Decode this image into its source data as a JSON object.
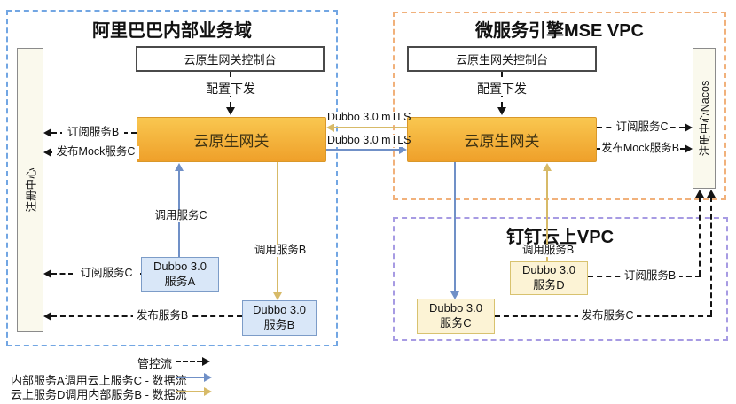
{
  "diagram": {
    "alibaba": {
      "title": "阿里巴巴内部业务域",
      "registry": "注册中心",
      "console": "云原生网关控制台",
      "config_push": "配置下发",
      "gateway": "云原生网关",
      "flows": {
        "subscribe_b": "订阅服务B",
        "publish_mock_c": "发布Mock服务C",
        "call_c": "调用服务C",
        "call_b": "调用服务B",
        "subscribe_c": "订阅服务C",
        "publish_b": "发布服务B"
      },
      "service_a": {
        "product": "Dubbo 3.0",
        "name": "服务A"
      },
      "service_b": {
        "product": "Dubbo 3.0",
        "name": "服务B"
      }
    },
    "mse": {
      "title": "微服务引擎MSE VPC",
      "registry": "注册中心Nacos",
      "console": "云原生网关控制台",
      "config_push": "配置下发",
      "gateway": "云原生网关",
      "flows": {
        "subscribe_c": "订阅服务C",
        "publish_mock_b": "发布Mock服务B"
      }
    },
    "dingtalk": {
      "title": "钉钉云上VPC",
      "flows": {
        "call_b": "调用服务B",
        "subscribe_b": "订阅服务B",
        "publish_c": "发布服务C"
      },
      "service_d": {
        "product": "Dubbo 3.0",
        "name": "服务D"
      },
      "service_c": {
        "product": "Dubbo 3.0",
        "name": "服务C"
      }
    },
    "links": {
      "mtls_to_alibaba": "Dubbo 3.0 mTLS",
      "mtls_to_mse": "Dubbo 3.0 mTLS"
    },
    "legend": {
      "control_flow": "管控流",
      "data_flow_a_to_c": "内部服务A调用云上服务C - 数据流",
      "data_flow_d_to_b": "云上服务D调用内部服务B - 数据流"
    }
  },
  "colors": {
    "alibaba_border": "#72a6e3",
    "mse_border": "#f1b17b",
    "dingtalk_border": "#a79be3",
    "gateway_top": "#f9c750",
    "gateway_bottom": "#efa02a",
    "gateway_border": "#d9982a",
    "blue_box_fill": "#d9e7f8",
    "blue_box_border": "#7c9cc8",
    "yellow_box_fill": "#fcf3d5",
    "yellow_box_border": "#d8c26f",
    "registry_fill": "#faf9ed",
    "registry_border": "#8b8b8b",
    "data_flow_blue": "#7090c7",
    "data_flow_yellow": "#d7ba68",
    "control_flow_black": "#141414"
  }
}
